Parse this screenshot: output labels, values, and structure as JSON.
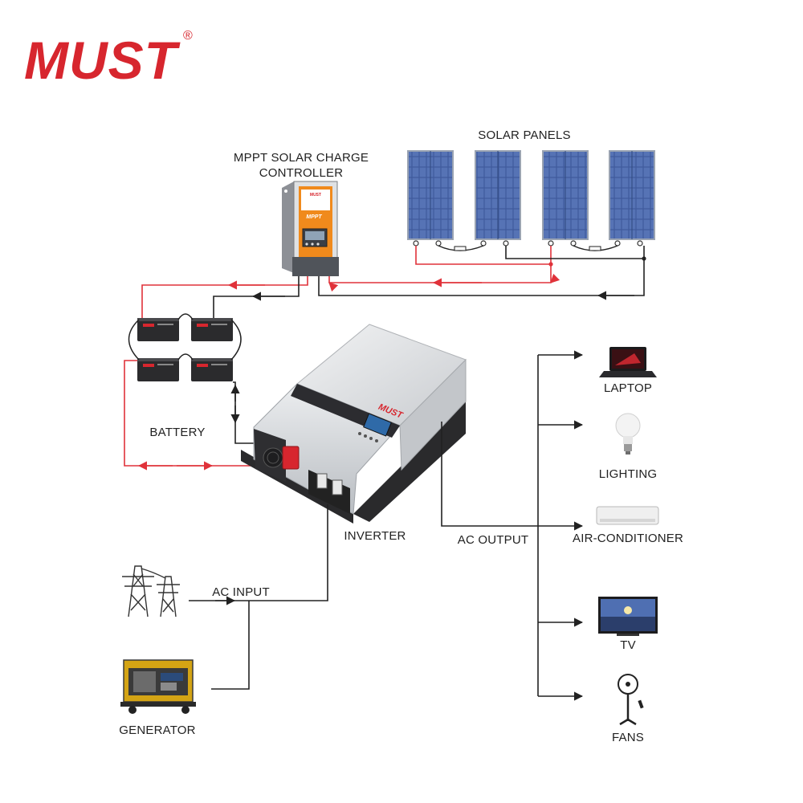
{
  "brand": {
    "logo_text": "MUST",
    "registered_mark": "®",
    "color": "#d7262e"
  },
  "labels": {
    "solar_panels": "SOLAR PANELS",
    "mppt_line1": "MPPT SOLAR CHARGE",
    "mppt_line2": "CONTROLLER",
    "battery": "BATTERY",
    "inverter": "INVERTER",
    "ac_output": "AC OUTPUT",
    "ac_input": "AC INPUT",
    "generator": "GENERATOR"
  },
  "loads": [
    {
      "label": "LAPTOP",
      "icon": "laptop-icon"
    },
    {
      "label": "LIGHTING",
      "icon": "light-bulb-icon"
    },
    {
      "label": "AIR-CONDITIONER",
      "icon": "air-conditioner-icon"
    },
    {
      "label": "TV",
      "icon": "tv-icon"
    },
    {
      "label": "FANS",
      "icon": "fan-icon"
    }
  ],
  "device_text": {
    "controller_brand": "MUST",
    "controller_model": "MPPT",
    "inverter_brand": "MUST"
  },
  "colors": {
    "positive_wire": "#e0323a",
    "negative_wire": "#222222",
    "panel_blue": "#3f5a9c",
    "inverter_body": "#e4e6e8",
    "inverter_base": "#2a2a2c",
    "controller_accent": "#f08a1c"
  }
}
